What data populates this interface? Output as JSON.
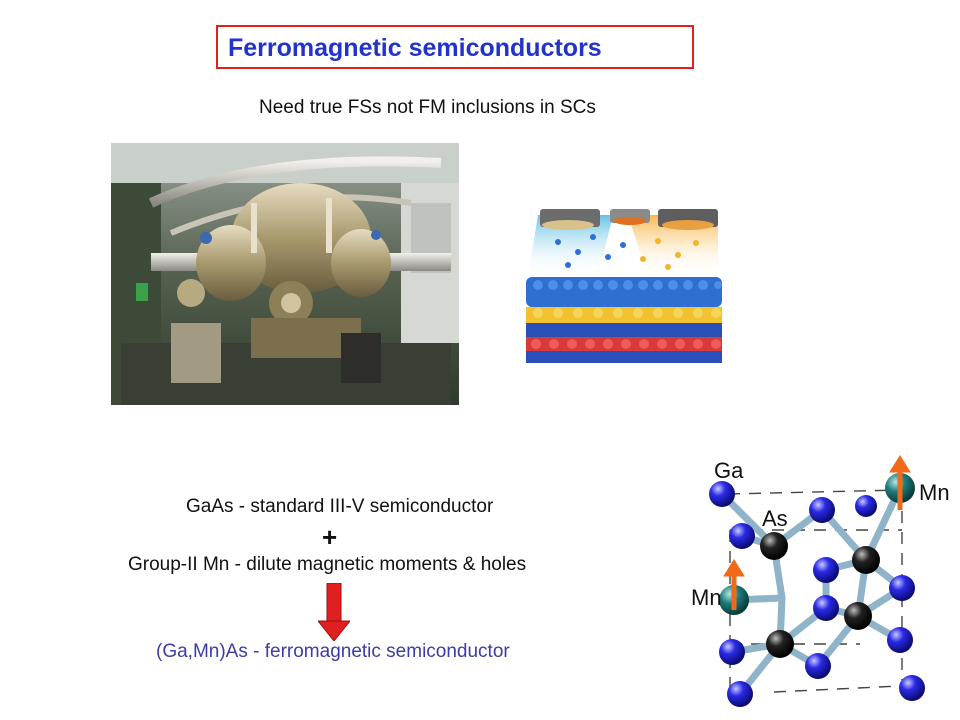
{
  "title": "Ferromagnetic semiconductors",
  "subtitle": "Need true FSs not FM inclusions in SCs",
  "lines": {
    "gaas": "GaAs -  standard III-V semiconductor",
    "plus": "+",
    "mn": "Group-II Mn -  dilute magnetic moments & holes",
    "result": "(Ga,Mn)As -  ferromagnetic semiconductor"
  },
  "crystal_labels": {
    "ga": "Ga",
    "mn_top": "Mn",
    "as": "As",
    "mn_left": "Mn"
  },
  "colors": {
    "title_border": "#e02020",
    "title_text": "#2233cc",
    "result_text": "#3c3ca8",
    "arrow": "#e02020",
    "ga_atom": "#1a1adc",
    "as_atom": "#111111",
    "mn_atom": "#1a6e6e",
    "spin_arrow": "#f06a1a"
  },
  "images": {
    "photo": "mbe-chamber-photo",
    "growth": "epitaxial-growth-illustration",
    "crystal": "zincblende-crystal-structure"
  }
}
